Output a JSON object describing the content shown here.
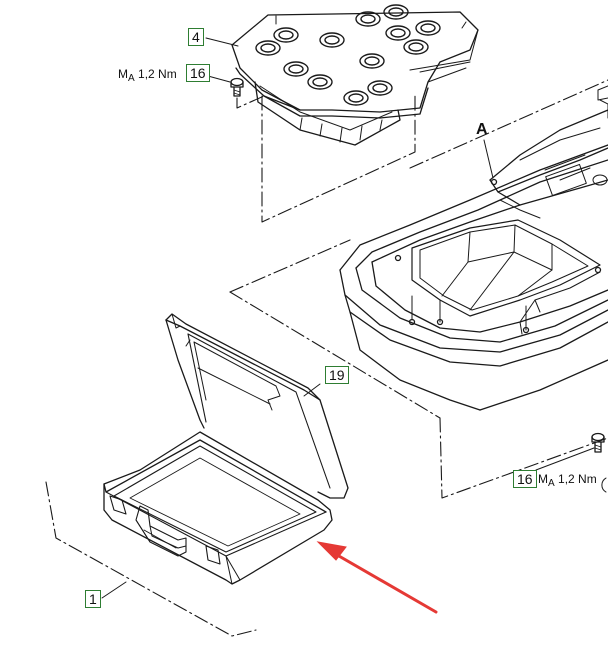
{
  "callouts": {
    "c4": "4",
    "c16_top": "16",
    "c19": "19",
    "c16_right": "16",
    "c1": "1",
    "view_letter": "A"
  },
  "torque": {
    "symbol": "M",
    "subscript": "A",
    "value_top": "1,2 Nm",
    "value_right": "1,2 Nm"
  },
  "colors": {
    "callout_border": "#2e7d32",
    "line": "#1a1a1a",
    "arrow": "#e53935"
  }
}
